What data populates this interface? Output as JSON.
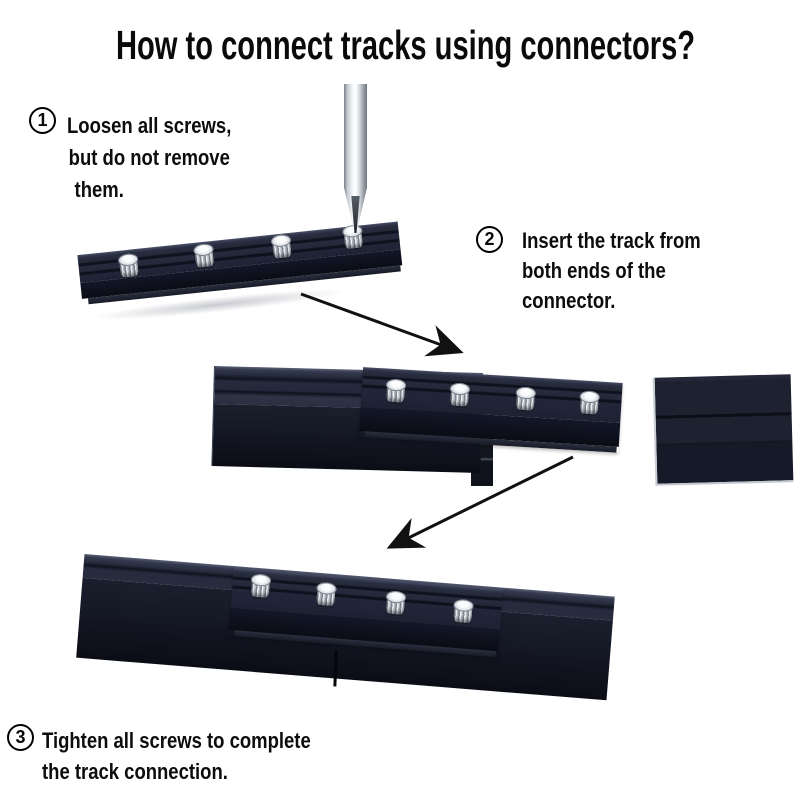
{
  "title": "How to connect tracks using connectors?",
  "steps": [
    {
      "number": "1",
      "lines": [
        "Loosen all screws,",
        "but do not remove",
        "them."
      ]
    },
    {
      "number": "2",
      "lines": [
        "Insert the track from",
        "both ends of the",
        "connector."
      ]
    },
    {
      "number": "3",
      "lines": [
        "Tighten all screws to complete",
        "the track connection."
      ]
    }
  ],
  "figures": {
    "step1": "connector plate with four set screws and screwdriver loosening the last screw",
    "step2": "two track ends being inserted into the connector",
    "step3": "two tracks joined by the connector with visible seam"
  },
  "colors": {
    "background": "#ffffff",
    "text": "#0a0a0a",
    "track": "#1b1f2d",
    "track_dark": "#0b0d16",
    "screw_silver": "#dfe3e8",
    "arrow": "#111111"
  }
}
